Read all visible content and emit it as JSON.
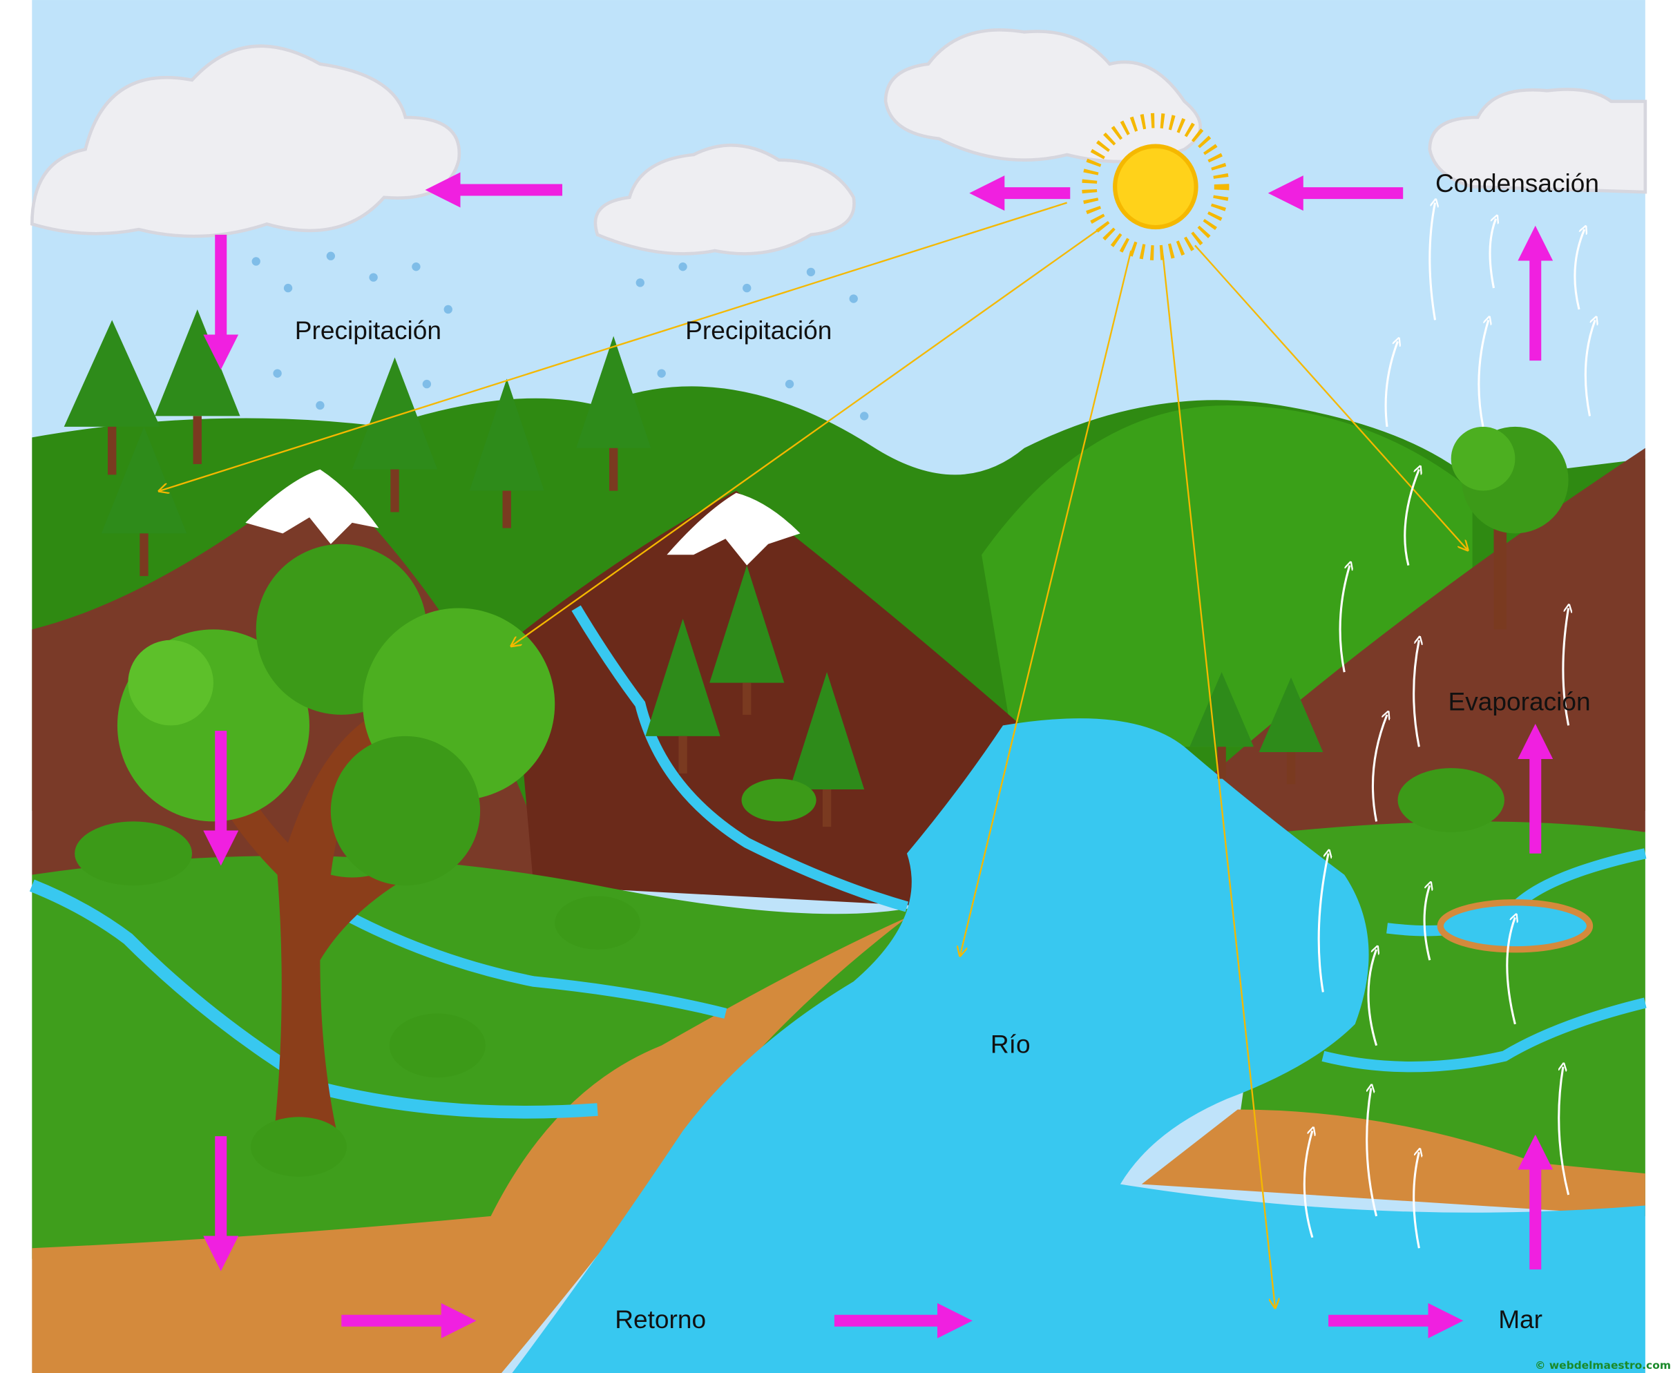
{
  "title": "Ciclo del agua",
  "labels": {
    "precipitation_left": "Precipitación",
    "precipitation_right": "Precipitación",
    "condensation": "Condensación",
    "evaporation": "Evaporación",
    "river": "Río",
    "return": "Retorno",
    "sea": "Mar"
  },
  "watermark": "© webdelmaestro.com",
  "colors": {
    "sky": "#bfe3fa",
    "arrow": "#f020e0",
    "sun": "#ffd21a",
    "sunray": "#f5b800",
    "water": "#38c8f0",
    "grass": "#3f9e1c",
    "mountain": "#7a3a28",
    "sand": "#d48a3c"
  }
}
